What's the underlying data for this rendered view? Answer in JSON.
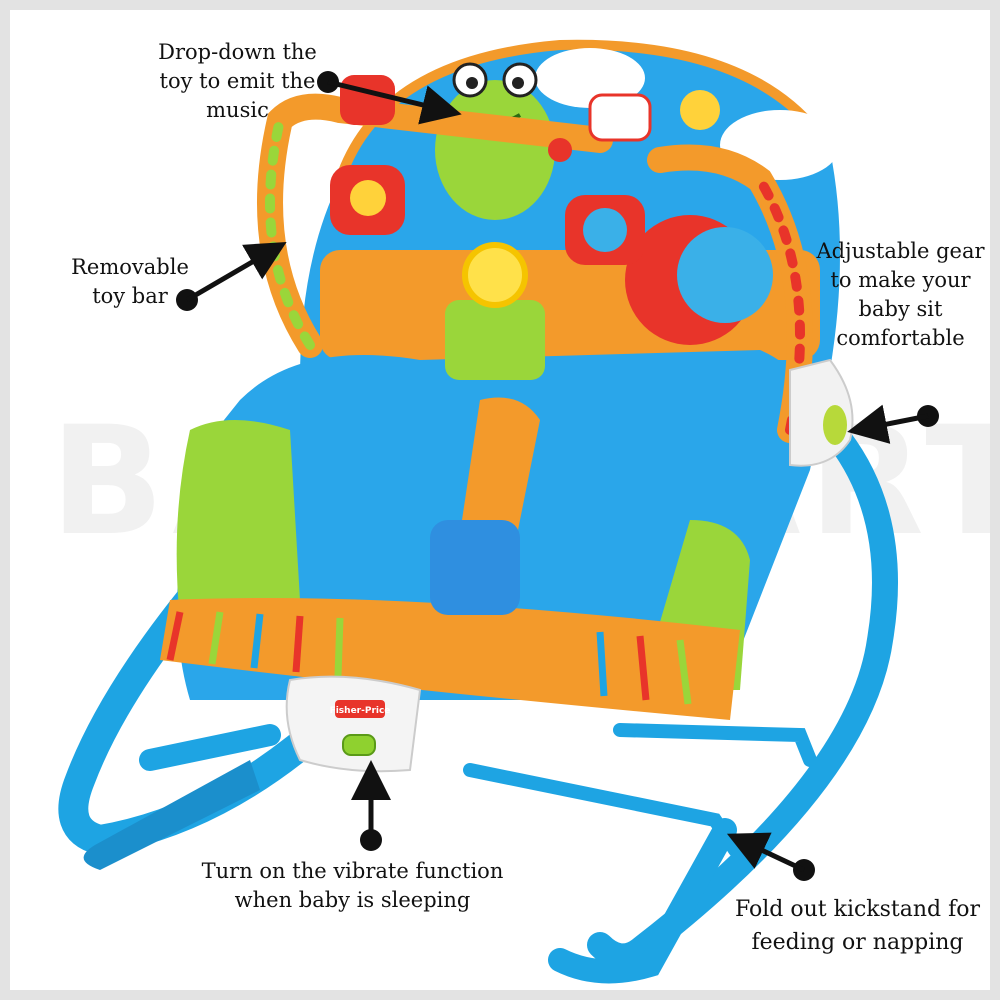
{
  "watermark": "BABYMART",
  "brand_logo": "Fisher-Price",
  "colors": {
    "frame_border": "#e3e3e3",
    "rocker_blue": "#1ea4e3",
    "seat_blue": "#2aa6ea",
    "lime": "#9ad63a",
    "orange": "#f39a2b",
    "annotation": "#111111"
  },
  "callouts": [
    {
      "id": "toy-drop",
      "lines": [
        "Drop-down the",
        "toy to emit the",
        "music"
      ]
    },
    {
      "id": "toy-bar",
      "lines": [
        "Removable",
        "toy bar"
      ]
    },
    {
      "id": "gear",
      "lines": [
        "Adjustable gear",
        "to make your",
        "baby sit",
        "comfortable"
      ]
    },
    {
      "id": "vibrate",
      "lines": [
        "Turn on the vibrate function",
        "when baby is sleeping"
      ]
    },
    {
      "id": "kickstand",
      "lines": [
        "Fold out kickstand for",
        "feeding or napping"
      ]
    }
  ]
}
